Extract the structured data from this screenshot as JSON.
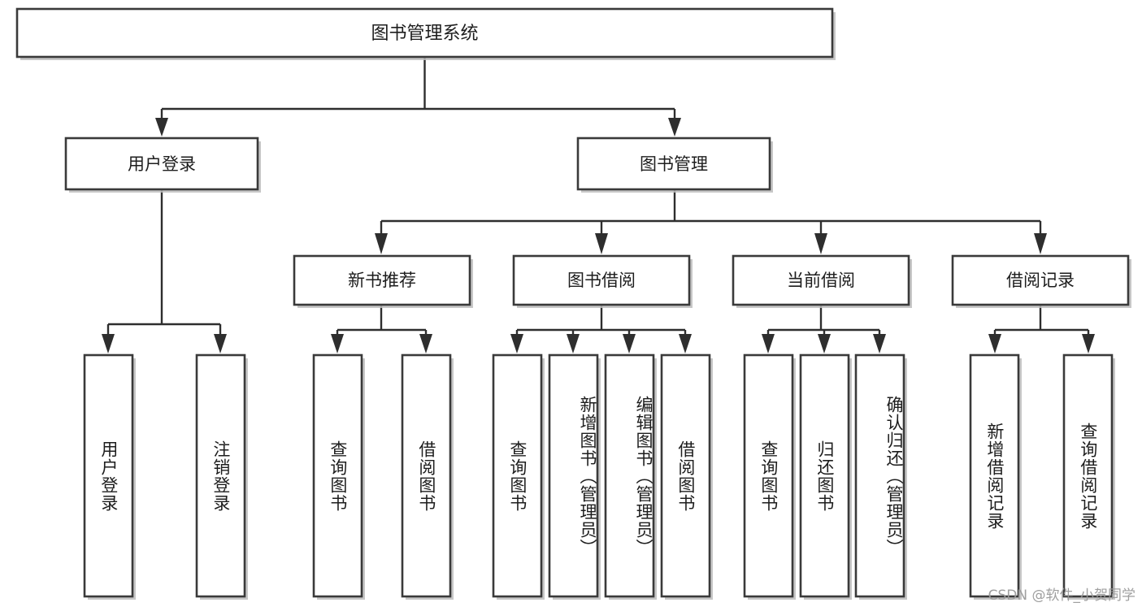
{
  "diagram": {
    "type": "tree",
    "title": "图书管理系统",
    "orientation": "top-down",
    "root": {
      "id": "root",
      "label": "图书管理系统"
    },
    "level2": [
      {
        "id": "user-login",
        "label": "用户登录"
      },
      {
        "id": "book-manage",
        "label": "图书管理"
      }
    ],
    "level3": [
      {
        "id": "new-book-rec",
        "label": "新书推荐"
      },
      {
        "id": "book-borrow",
        "label": "图书借阅"
      },
      {
        "id": "current-borrow",
        "label": "当前借阅"
      },
      {
        "id": "borrow-record",
        "label": "借阅记录"
      }
    ],
    "leaves": {
      "user_login": [
        {
          "id": "leaf-user-login",
          "label": "用户登录"
        },
        {
          "id": "leaf-logout",
          "label": "注销登录"
        }
      ],
      "new_book_rec": [
        {
          "id": "leaf-query-book-1",
          "label": "查询图书"
        },
        {
          "id": "leaf-borrow-book-1",
          "label": "借阅图书"
        }
      ],
      "book_borrow": [
        {
          "id": "leaf-query-book-2",
          "label": "查询图书"
        },
        {
          "id": "leaf-add-book",
          "label": "新增图书（管理员）"
        },
        {
          "id": "leaf-edit-book",
          "label": "编辑图书（管理员）"
        },
        {
          "id": "leaf-borrow-book-2",
          "label": "借阅图书"
        }
      ],
      "current_borrow": [
        {
          "id": "leaf-query-book-3",
          "label": "查询图书"
        },
        {
          "id": "leaf-return-book",
          "label": "归还图书"
        },
        {
          "id": "leaf-confirm-return",
          "label": "确认归还（管理员）"
        }
      ],
      "borrow_record": [
        {
          "id": "leaf-add-record",
          "label": "新增借阅记录"
        },
        {
          "id": "leaf-query-record",
          "label": "查询借阅记录"
        }
      ]
    },
    "colors": {
      "box_border": "#3a3a3a",
      "connector": "#2e2e2e",
      "box_fill": "#ffffff",
      "text": "#1d1d1d",
      "shadow": "#bdbdbd",
      "watermark": "#9a9a9a",
      "canvas": "#ffffff"
    }
  },
  "watermark": {
    "text": "CSDN @软件_小贺同学"
  }
}
